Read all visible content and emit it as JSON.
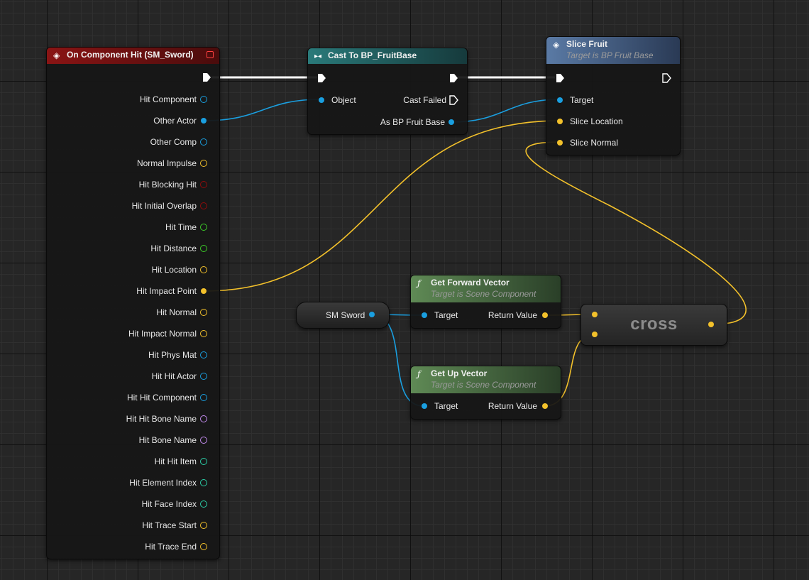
{
  "colors": {
    "exec": "#ffffff",
    "object": "#1a9fe0",
    "vector": "#f3c12b",
    "bool": "#8f0c0c",
    "float": "#3ccc28",
    "name": "#c48cf0",
    "int": "#2bcfa8",
    "event_header": "#6b1010",
    "cast_header": "#1f5a5c",
    "function_header": "#3d5e8a",
    "pure_header": "#4a6b3d"
  },
  "event_node": {
    "title": "On Component Hit (SM_Sword)",
    "icon": "event-diamond-icon",
    "pins": [
      {
        "label": "Hit Component",
        "type": "object"
      },
      {
        "label": "Other Actor",
        "type": "object"
      },
      {
        "label": "Other Comp",
        "type": "object"
      },
      {
        "label": "Normal Impulse",
        "type": "vector"
      },
      {
        "label": "Hit Blocking Hit",
        "type": "bool"
      },
      {
        "label": "Hit Initial Overlap",
        "type": "bool"
      },
      {
        "label": "Hit Time",
        "type": "float"
      },
      {
        "label": "Hit Distance",
        "type": "float"
      },
      {
        "label": "Hit Location",
        "type": "vector"
      },
      {
        "label": "Hit Impact Point",
        "type": "vector"
      },
      {
        "label": "Hit Normal",
        "type": "vector"
      },
      {
        "label": "Hit Impact Normal",
        "type": "vector"
      },
      {
        "label": "Hit Phys Mat",
        "type": "object"
      },
      {
        "label": "Hit Hit Actor",
        "type": "object"
      },
      {
        "label": "Hit Hit Component",
        "type": "object"
      },
      {
        "label": "Hit Hit Bone Name",
        "type": "name"
      },
      {
        "label": "Hit Bone Name",
        "type": "name"
      },
      {
        "label": "Hit Hit Item",
        "type": "int"
      },
      {
        "label": "Hit Element Index",
        "type": "int"
      },
      {
        "label": "Hit Face Index",
        "type": "int"
      },
      {
        "label": "Hit Trace Start",
        "type": "vector"
      },
      {
        "label": "Hit Trace End",
        "type": "vector"
      }
    ]
  },
  "cast_node": {
    "title": "Cast To BP_FruitBase",
    "icon": "cast-icon",
    "input_object": "Object",
    "cast_failed": "Cast Failed",
    "as_output": "As BP Fruit Base"
  },
  "slice_node": {
    "title": "Slice Fruit",
    "subtitle": "Target is BP Fruit Base",
    "icon": "function-diamond-icon",
    "pins": [
      "Target",
      "Slice Location",
      "Slice Normal"
    ]
  },
  "sword_var": {
    "label": "SM Sword"
  },
  "forward_node": {
    "title": "Get Forward Vector",
    "subtitle": "Target is Scene Component",
    "icon": "function-f-icon",
    "input": "Target",
    "output": "Return Value"
  },
  "up_node": {
    "title": "Get Up Vector",
    "subtitle": "Target is Scene Component",
    "icon": "function-f-icon",
    "input": "Target",
    "output": "Return Value"
  },
  "cross_node": {
    "label": "cross"
  }
}
